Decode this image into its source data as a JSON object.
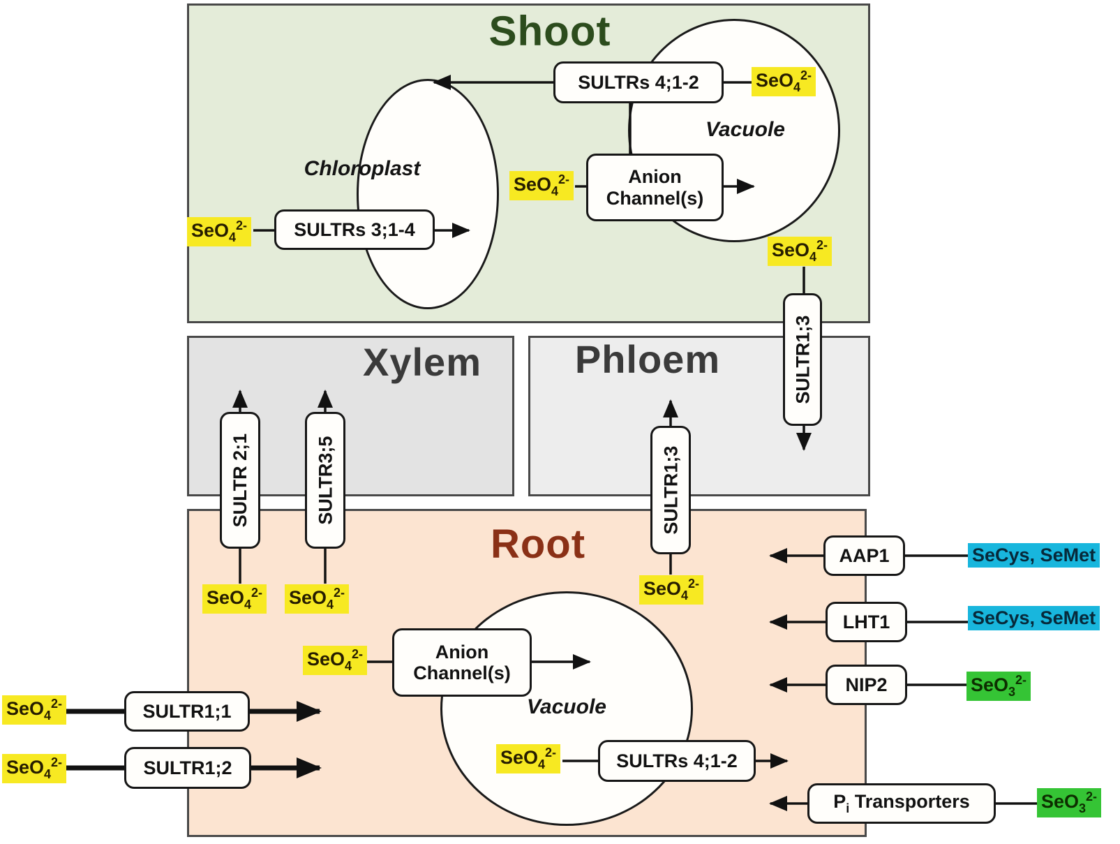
{
  "figure": {
    "panels": {
      "shoot": {
        "title": "Shoot",
        "bg": "#e4ecd9",
        "title_color": "#2c4c1d"
      },
      "xylem": {
        "title": "Xylem",
        "bg": "#e3e3e3",
        "title_color": "#3a3a3a"
      },
      "phloem": {
        "title": "Phloem",
        "bg": "#ededed",
        "title_color": "#3a3a3a"
      },
      "root": {
        "title": "Root",
        "bg": "#fce4d1",
        "title_color": "#8a3016"
      }
    },
    "organelles": {
      "chloroplast": "Chloroplast",
      "vacuole_shoot": "Vacuole",
      "vacuole_root": "Vacuole"
    },
    "transporters": {
      "sultrs_41_2": "SULTRs 4;1-2",
      "anion_channels": "Anion Channel(s)",
      "sultrs_31_4": "SULTRs 3;1-4",
      "sultr_13": "SULTR1;3",
      "sultr_21": "SULTR 2;1",
      "sultr_35": "SULTR3;5",
      "sultr_11": "SULTR1;1",
      "sultr_12": "SULTR1;2",
      "aap1": "AAP1",
      "lht1": "LHT1",
      "nip2": "NIP2",
      "pi": {
        "base": "P",
        "sub": "i",
        "rest": " Transporters"
      }
    },
    "molecules": {
      "selenate": {
        "base": "SeO",
        "sub": "4",
        "sup": "2-",
        "highlight": "#f7e922"
      },
      "selenite": {
        "base": "SeO",
        "sub": "3",
        "sup": "2-",
        "highlight": "#35c435"
      },
      "amino_acids": {
        "text": "SeCys, SeMet",
        "highlight": "#18b6dd"
      }
    }
  }
}
